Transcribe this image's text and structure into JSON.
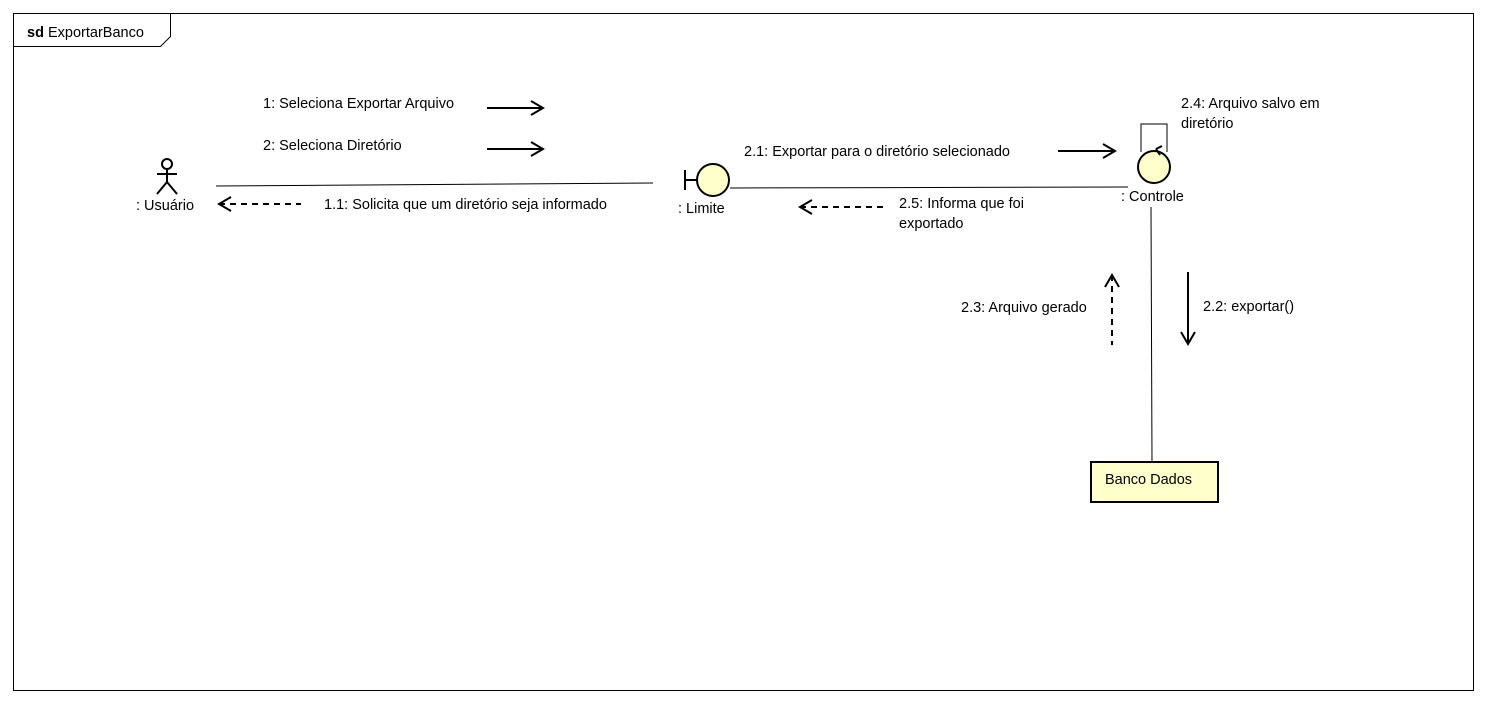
{
  "frame": {
    "keyword": "sd",
    "name": "ExportarBanco"
  },
  "lifelines": {
    "usuario": ": Usuário",
    "limite": ": Limite",
    "controle": ": Controle",
    "banco": "Banco Dados"
  },
  "messages": {
    "m1": "1: Seleciona Exportar Arquivo",
    "m2": "2: Seleciona Diretório",
    "m1_1": "1.1: Solicita que um diretório seja informado",
    "m2_1": "2.1: Exportar para o diretório selecionado",
    "m2_2": "2.2: exportar()",
    "m2_3": "2.3: Arquivo gerado",
    "m2_4_line1": "2.4: Arquivo salvo em",
    "m2_4_line2": "diretório",
    "m2_5_line1": "2.5: Informa que foi",
    "m2_5_line2": "exportado"
  },
  "colors": {
    "element_fill": "#ffffcc",
    "line": "#000000"
  }
}
